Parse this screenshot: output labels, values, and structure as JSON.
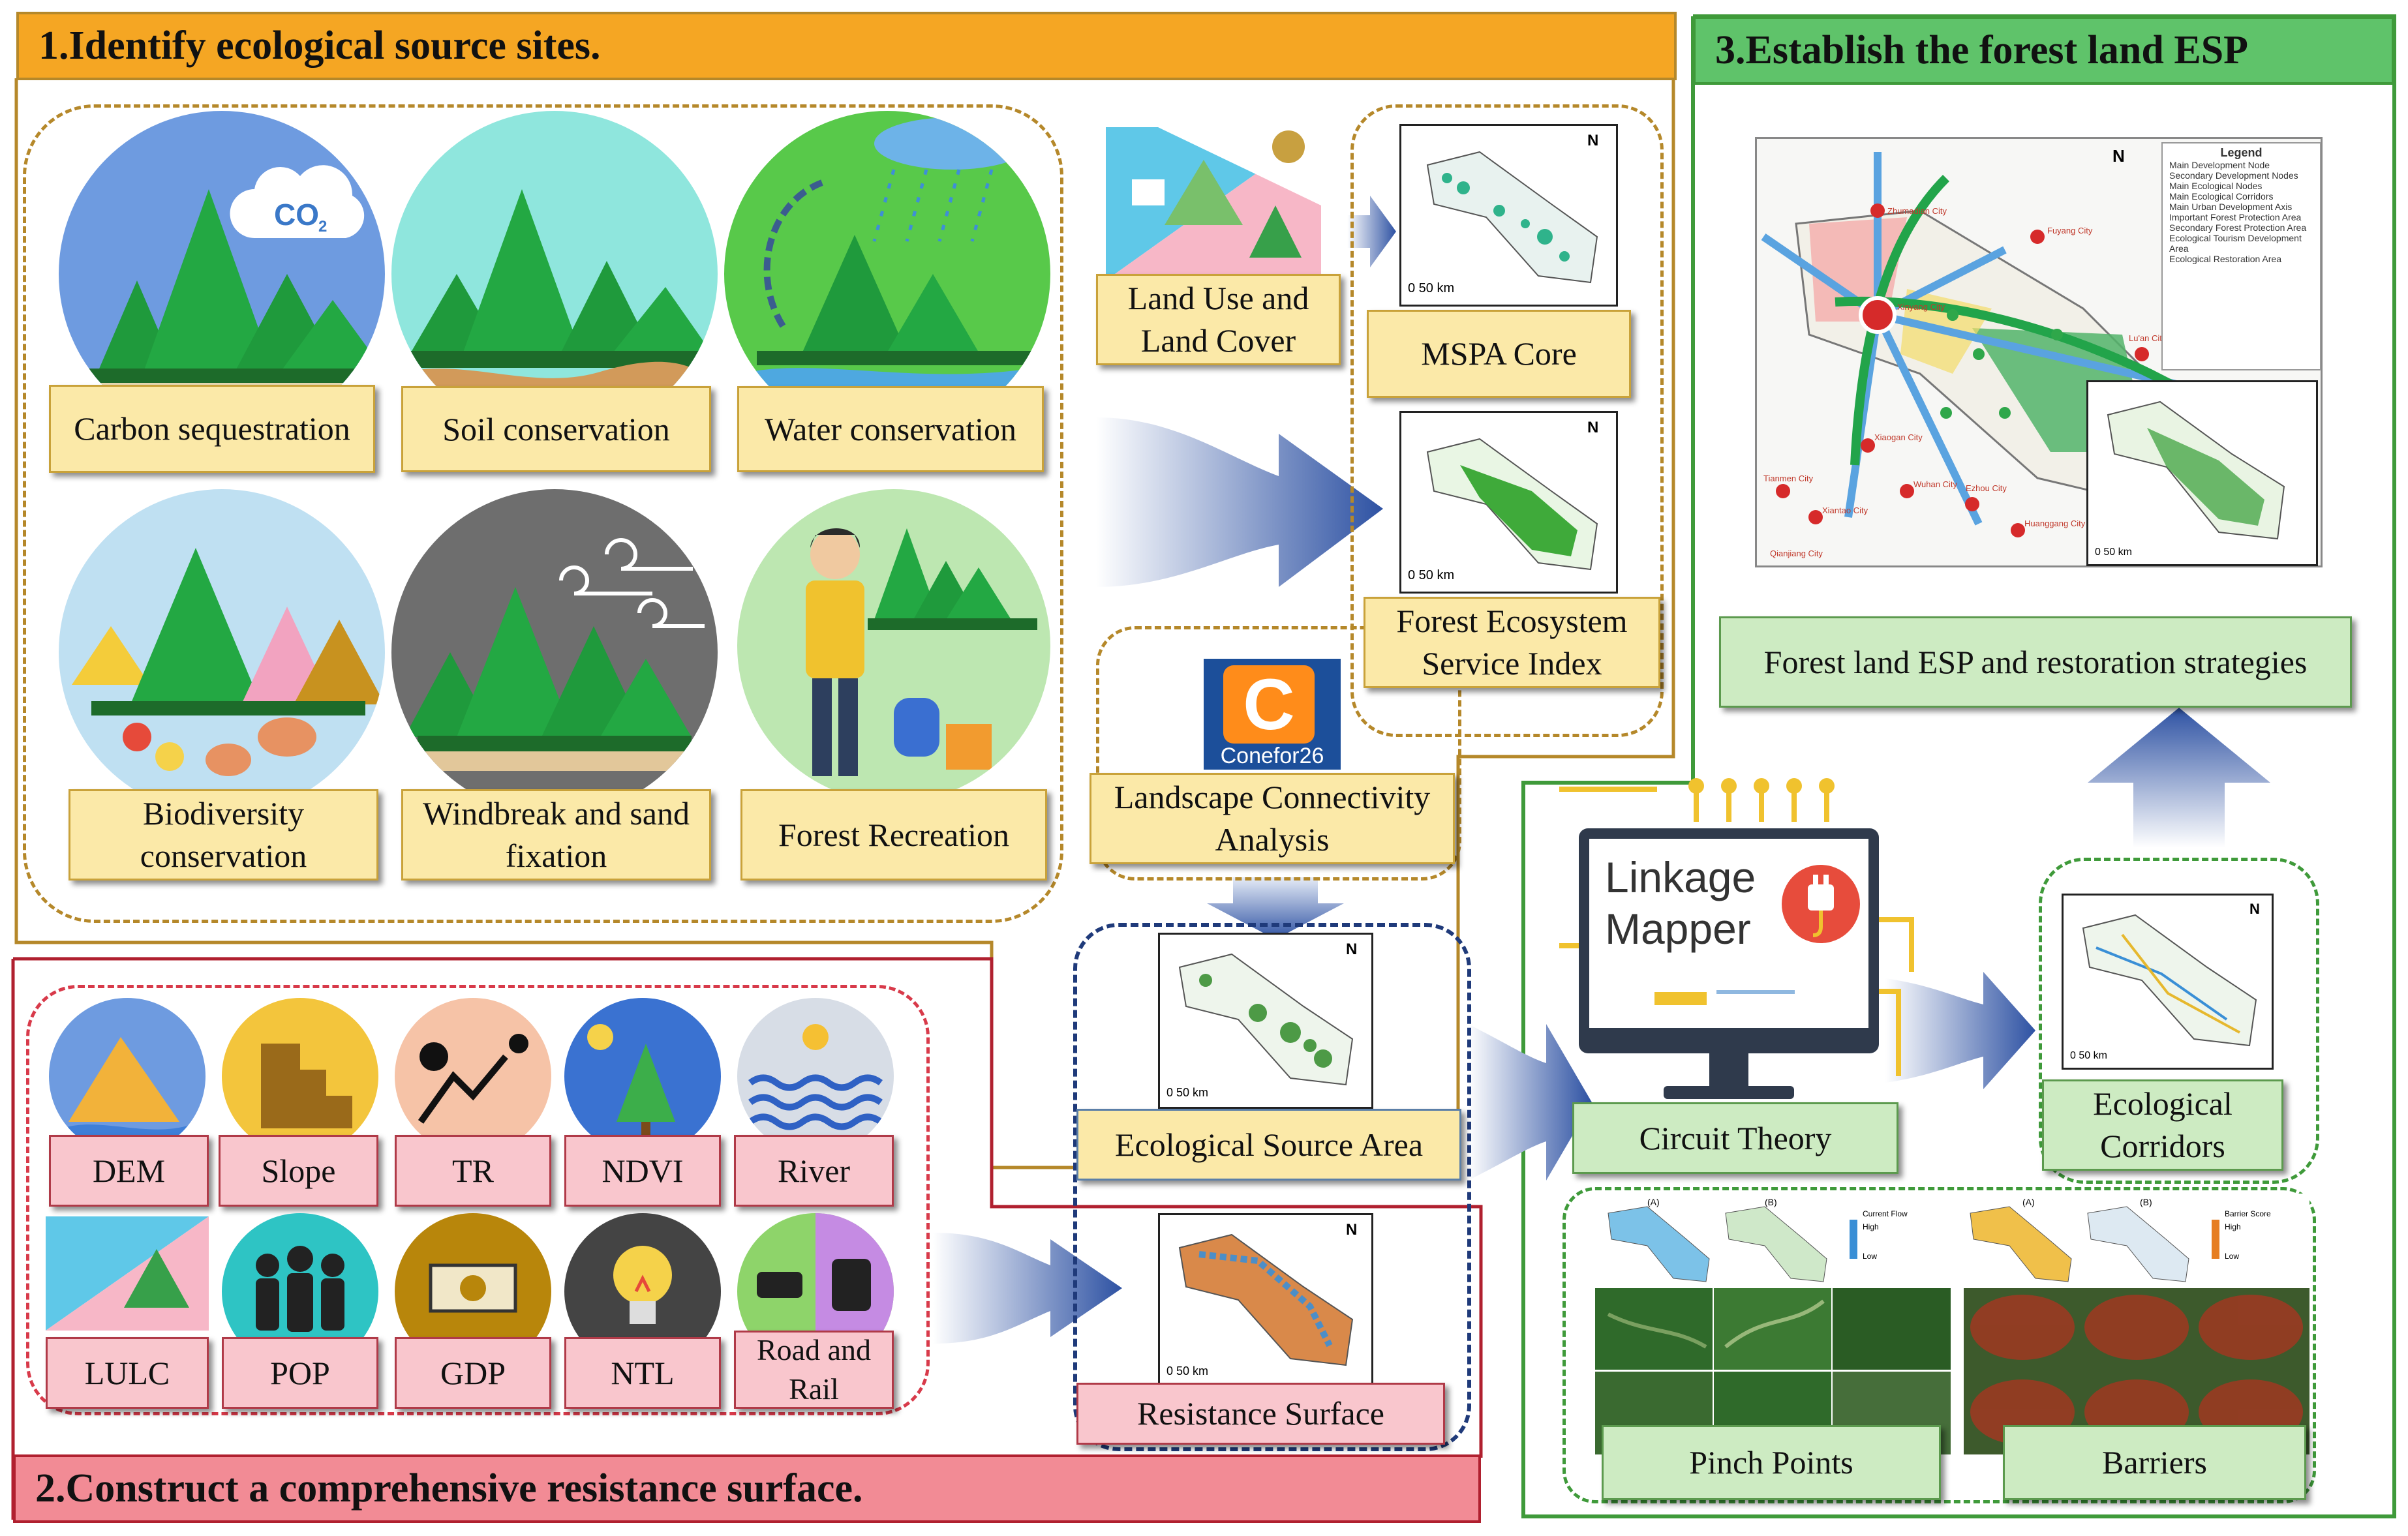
{
  "section1": {
    "title": "1.Identify ecological source sites.",
    "services": [
      {
        "label": "Carbon sequestration",
        "icon": "carbon-sequestration-icon"
      },
      {
        "label": "Soil conservation",
        "icon": "soil-conservation-icon"
      },
      {
        "label": "Water conservation",
        "icon": "water-conservation-icon"
      },
      {
        "label": "Biodiversity conservation",
        "icon": "biodiversity-icon"
      },
      {
        "label": "Windbreak and sand fixation",
        "icon": "windbreak-icon"
      },
      {
        "label": "Forest Recreation",
        "icon": "forest-recreation-icon"
      }
    ],
    "co2_text": "CO",
    "co2_sub": "2",
    "land_use_label": "Land Use and Land Cover",
    "mspa_label": "MSPA Core",
    "fesi_label": "Forest Ecosystem Service Index",
    "conefor_app": "Conefor26",
    "lca_label": "Landscape Connectivity Analysis",
    "scale_text": "0   50 km",
    "north": "N"
  },
  "section2": {
    "title": "2.Construct a comprehensive resistance surface.",
    "factors_row1": [
      "DEM",
      "Slope",
      "TR",
      "NDVI",
      "River"
    ],
    "factors_row2": [
      "LULC",
      "POP",
      "GDP",
      "NTL",
      "Road and Rail"
    ],
    "source_area_label": "Ecological Source Area",
    "resistance_label": "Resistance Surface"
  },
  "section3": {
    "title": "3.Establish the forest land ESP",
    "esp_label": "Forest land ESP and restoration strategies",
    "linkage_line1": "Linkage",
    "linkage_line2": "Mapper",
    "circuit_label": "Circuit Theory",
    "corridors_label": "Ecological Corridors",
    "pinch_label": "Pinch Points",
    "barriers_label": "Barriers",
    "legend_title": "Legend",
    "legend_items": [
      "Main Development Node",
      "Secondary Development Nodes",
      "Main Ecological Nodes",
      "Main Ecological Corridors",
      "Main Urban Development Axis",
      "Important Forest Protection Area",
      "Secondary Forest Protection Area",
      "Ecological Tourism Development Area",
      "Ecological Restoration Area"
    ],
    "cities": [
      "Zhumadian City",
      "Xinyang City",
      "Fuyang City",
      "Lu'an City",
      "Xiaogan City",
      "Wuhan City",
      "Ezhou City",
      "Huanggang City",
      "Tianmen City",
      "Xiantao City",
      "Qianjiang City"
    ],
    "panel_tags": [
      "(A)",
      "(B)"
    ],
    "pinch_legend": [
      "Current Flow",
      "High",
      "Low"
    ],
    "barrier_legend": [
      "Barrier Score",
      "High",
      "Low"
    ]
  },
  "colors": {
    "section1_header": "#f5a623",
    "section2_header": "#f28b95",
    "section3_header": "#5fc36a",
    "label_yellow": "#fbe9a8",
    "label_pink": "#f9c6cd",
    "label_green": "#cdebc2",
    "arrow_blue": "#2e52a3"
  }
}
